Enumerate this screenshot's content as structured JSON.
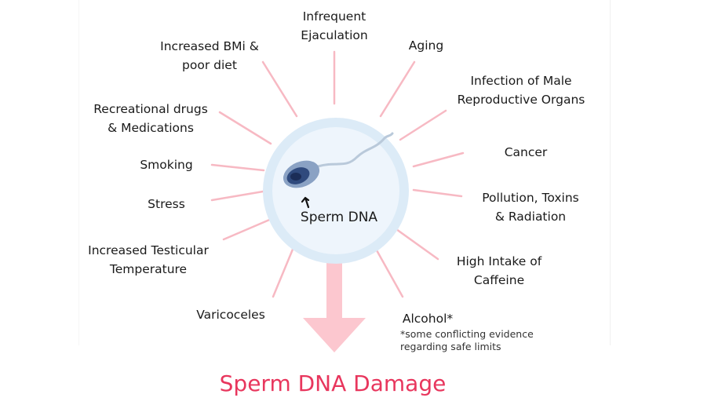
{
  "center_label": "Sperm DNA",
  "title": "Sperm DNA Damage",
  "factors": [
    {
      "line1": "Infrequent",
      "line2": "Ejaculation"
    },
    {
      "line1": "Aging",
      "line2": ""
    },
    {
      "line1": "Infection of Male",
      "line2": "Reproductive Organs"
    },
    {
      "line1": "Cancer",
      "line2": ""
    },
    {
      "line1": "Pollution, Toxins",
      "line2": "& Radiation"
    },
    {
      "line1": "High Intake of",
      "line2": "Caffeine"
    },
    {
      "line1": "Alcohol*",
      "line2": ""
    },
    {
      "line1": "Varicoceles",
      "line2": ""
    },
    {
      "line1": "Increased Testicular",
      "line2": "Temperature"
    },
    {
      "line1": "Stress",
      "line2": ""
    },
    {
      "line1": "Smoking",
      "line2": ""
    },
    {
      "line1": "Recreational drugs",
      "line2": "& Medications"
    },
    {
      "line1": "Increased BMi &",
      "line2": "poor diet"
    }
  ],
  "alcohol_note": {
    "line1": "*some conflicting evidence",
    "line2": "regarding safe limits"
  },
  "colors": {
    "ray": "#f7b9c3",
    "arrow": "#fcc7cf",
    "circle_ring": "#dcebf7",
    "circle_fill": "#eef5fc",
    "title": "#e8365d"
  }
}
